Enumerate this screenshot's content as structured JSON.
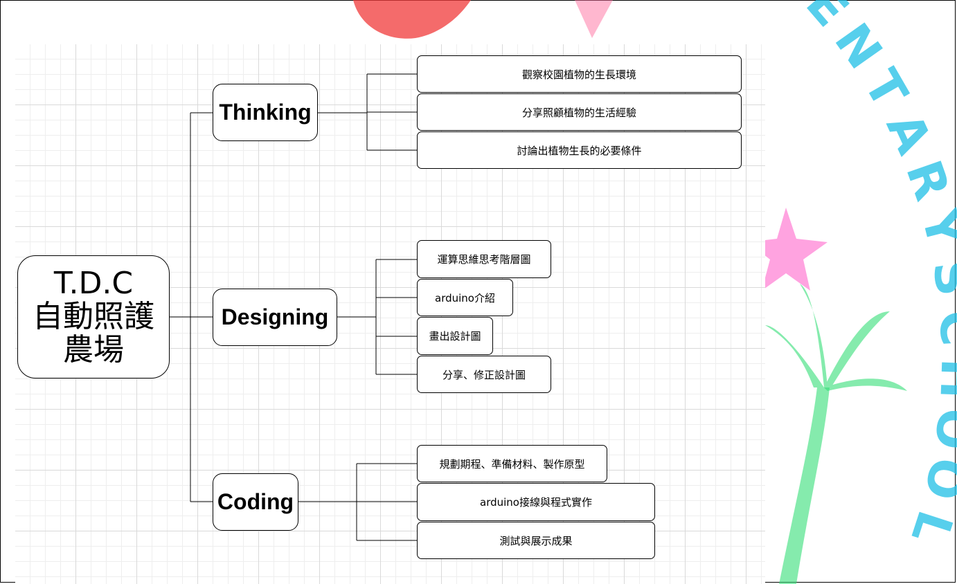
{
  "root": {
    "line1": "T.D.C",
    "line2": "自動照護",
    "line3": "農場"
  },
  "branches": [
    {
      "label": "Thinking",
      "children": [
        "觀察校園植物的生長環境",
        "分享照顧植物的生活經驗",
        "討論出植物生長的必要條件"
      ]
    },
    {
      "label": "Designing",
      "children": [
        "運算思維思考階層圖",
        "arduino介紹",
        "畫出設計圖",
        "分享、修正設計圖"
      ]
    },
    {
      "label": "Coding",
      "children": [
        "規劃期程、準備材料、製作原型",
        "arduino接線與程式實作",
        "測試與展示成果"
      ]
    }
  ],
  "watermark": {
    "text": "ELEMENTARY SCHOOL",
    "colors": {
      "heart": "#f03a3a",
      "star": "#ff66cc",
      "palm": "#33dd77",
      "text": "#1fc0e6"
    }
  }
}
